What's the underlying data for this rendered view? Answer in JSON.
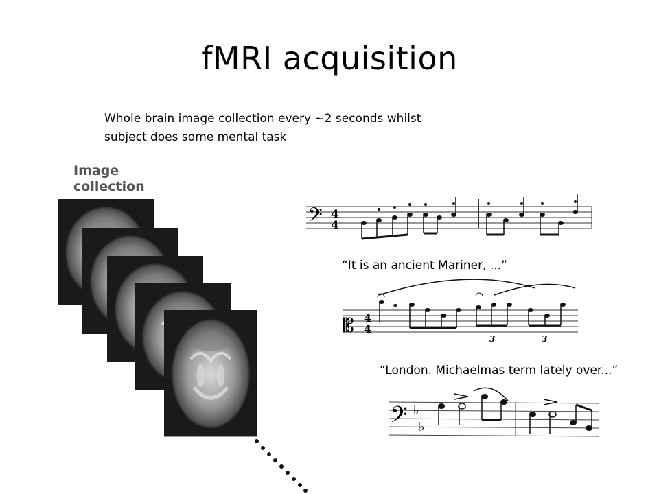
{
  "slide": {
    "title": "fMRI acquisition",
    "subtitle_line1": "Whole brain image collection every ~2 seconds whilst",
    "subtitle_line2": "subject does some mental task",
    "image_label_line1": "Image",
    "image_label_line2": "collection",
    "quote1": "“It is an ancient Mariner, ...”",
    "quote2": "“London. Michaelmas term lately over...”",
    "score1_time_sig_top": "4",
    "score1_time_sig_bottom": "4",
    "score2_time_sig_top": "4",
    "score2_time_sig_bottom": "4",
    "score2_triplet_a": "3",
    "score2_triplet_b": "3"
  }
}
